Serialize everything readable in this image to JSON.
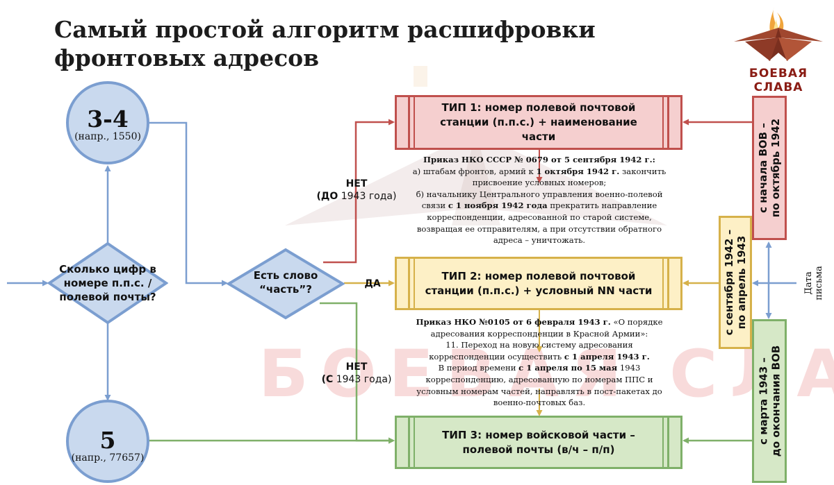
{
  "title": {
    "line1": "Самый простой алгоритм расшифровки",
    "line2": "фронтовых адресов"
  },
  "logo": {
    "text": "БОЕВАЯ СЛАВА"
  },
  "watermark": {
    "text": "БОЕВАЯ СЛАВА"
  },
  "decision_digits": {
    "line1": "Сколько цифр в",
    "line2": "номере п.п.с. /",
    "line3": "полевой почты?"
  },
  "circle_34": {
    "number": "3-4",
    "example": "(напр., 1550)"
  },
  "circle_5": {
    "number": "5",
    "example": "(напр., 77657)"
  },
  "decision_word": {
    "line1": "Есть слово",
    "line2": "“часть”?"
  },
  "label_no_before": {
    "bold": "НЕТ",
    "line2_bold": "(ДО",
    "line2_rest": " 1943 года)"
  },
  "label_yes": {
    "text": "ДА"
  },
  "label_no_after": {
    "bold": "НЕТ",
    "line2_bold": "(С",
    "line2_rest": " 1943 года)"
  },
  "type1": {
    "line1": "ТИП 1: номер полевой почтовой",
    "line2": "станции (п.п.с.) + наименование",
    "line3": "части"
  },
  "type2": {
    "line1": "ТИП 2: номер полевой почтовой",
    "line2": "станции (п.п.с.) + условный NN части"
  },
  "type3": {
    "line1": "ТИП 3: номер войсковой части –",
    "line2": "полевой почты (в/ч – п/п)"
  },
  "order1": {
    "head": "Приказ НКО СССР № 0679 от 5 сентября 1942 г.:",
    "a_pre": "а) штабам фронтов, армий к ",
    "a_bold": "1 октября 1942 г.",
    "a_post": " закончить",
    "a_line2": "присвоение условных номеров;",
    "b_line1": "б) начальнику Центрального управления военно-полевой",
    "b_pre": "связи ",
    "b_bold": "с 1 ноября 1942 года",
    "b_post": " прекратить направление",
    "b_line3": "корреспонденции, адресованной по старой системе,",
    "b_line4": "возвращая ее отправителям, а при отсутствии обратного",
    "b_line5": "адреса – уничтожать."
  },
  "order2": {
    "head_bold": "Приказ НКО №0105 от 6 февраля 1943 г.",
    "head_rest": " «О порядке",
    "line2": "адресования корреспонденции в Красной Армии»:",
    "line3": "11. Переход на новую систему адресования",
    "line4_pre": "корреспонденции осуществить ",
    "line4_bold": "с 1 апреля 1943 г.",
    "line5_pre": "В период времени ",
    "line5_bold": "с 1 апреля по 15 мая",
    "line5_post": " 1943",
    "line6": "корреспонденцию, адресованную по номерам ППС и",
    "line7": "условным номерам частей, направлять в пост-пакетах до",
    "line8": "военно-почтовых баз."
  },
  "period1": {
    "line1": "с начала ВОВ –",
    "line2": "по октябрь 1942"
  },
  "period2": {
    "line1": "с сентября 1942 –",
    "line2": "по апрель 1943"
  },
  "period3": {
    "line1": "с марта 1943 –",
    "line2": "до окончания ВОВ"
  },
  "date_label": {
    "line1": "Дата",
    "line2": "письма"
  },
  "colors": {
    "blue": "#7b9ed0",
    "blue_fill": "#c9d9ee",
    "red": "#c0504d",
    "red_fill": "#f5cfcf",
    "yellow": "#d6b14a",
    "yellow_fill": "#fdf0c6",
    "green": "#7fb069",
    "green_fill": "#d6e8c7"
  }
}
